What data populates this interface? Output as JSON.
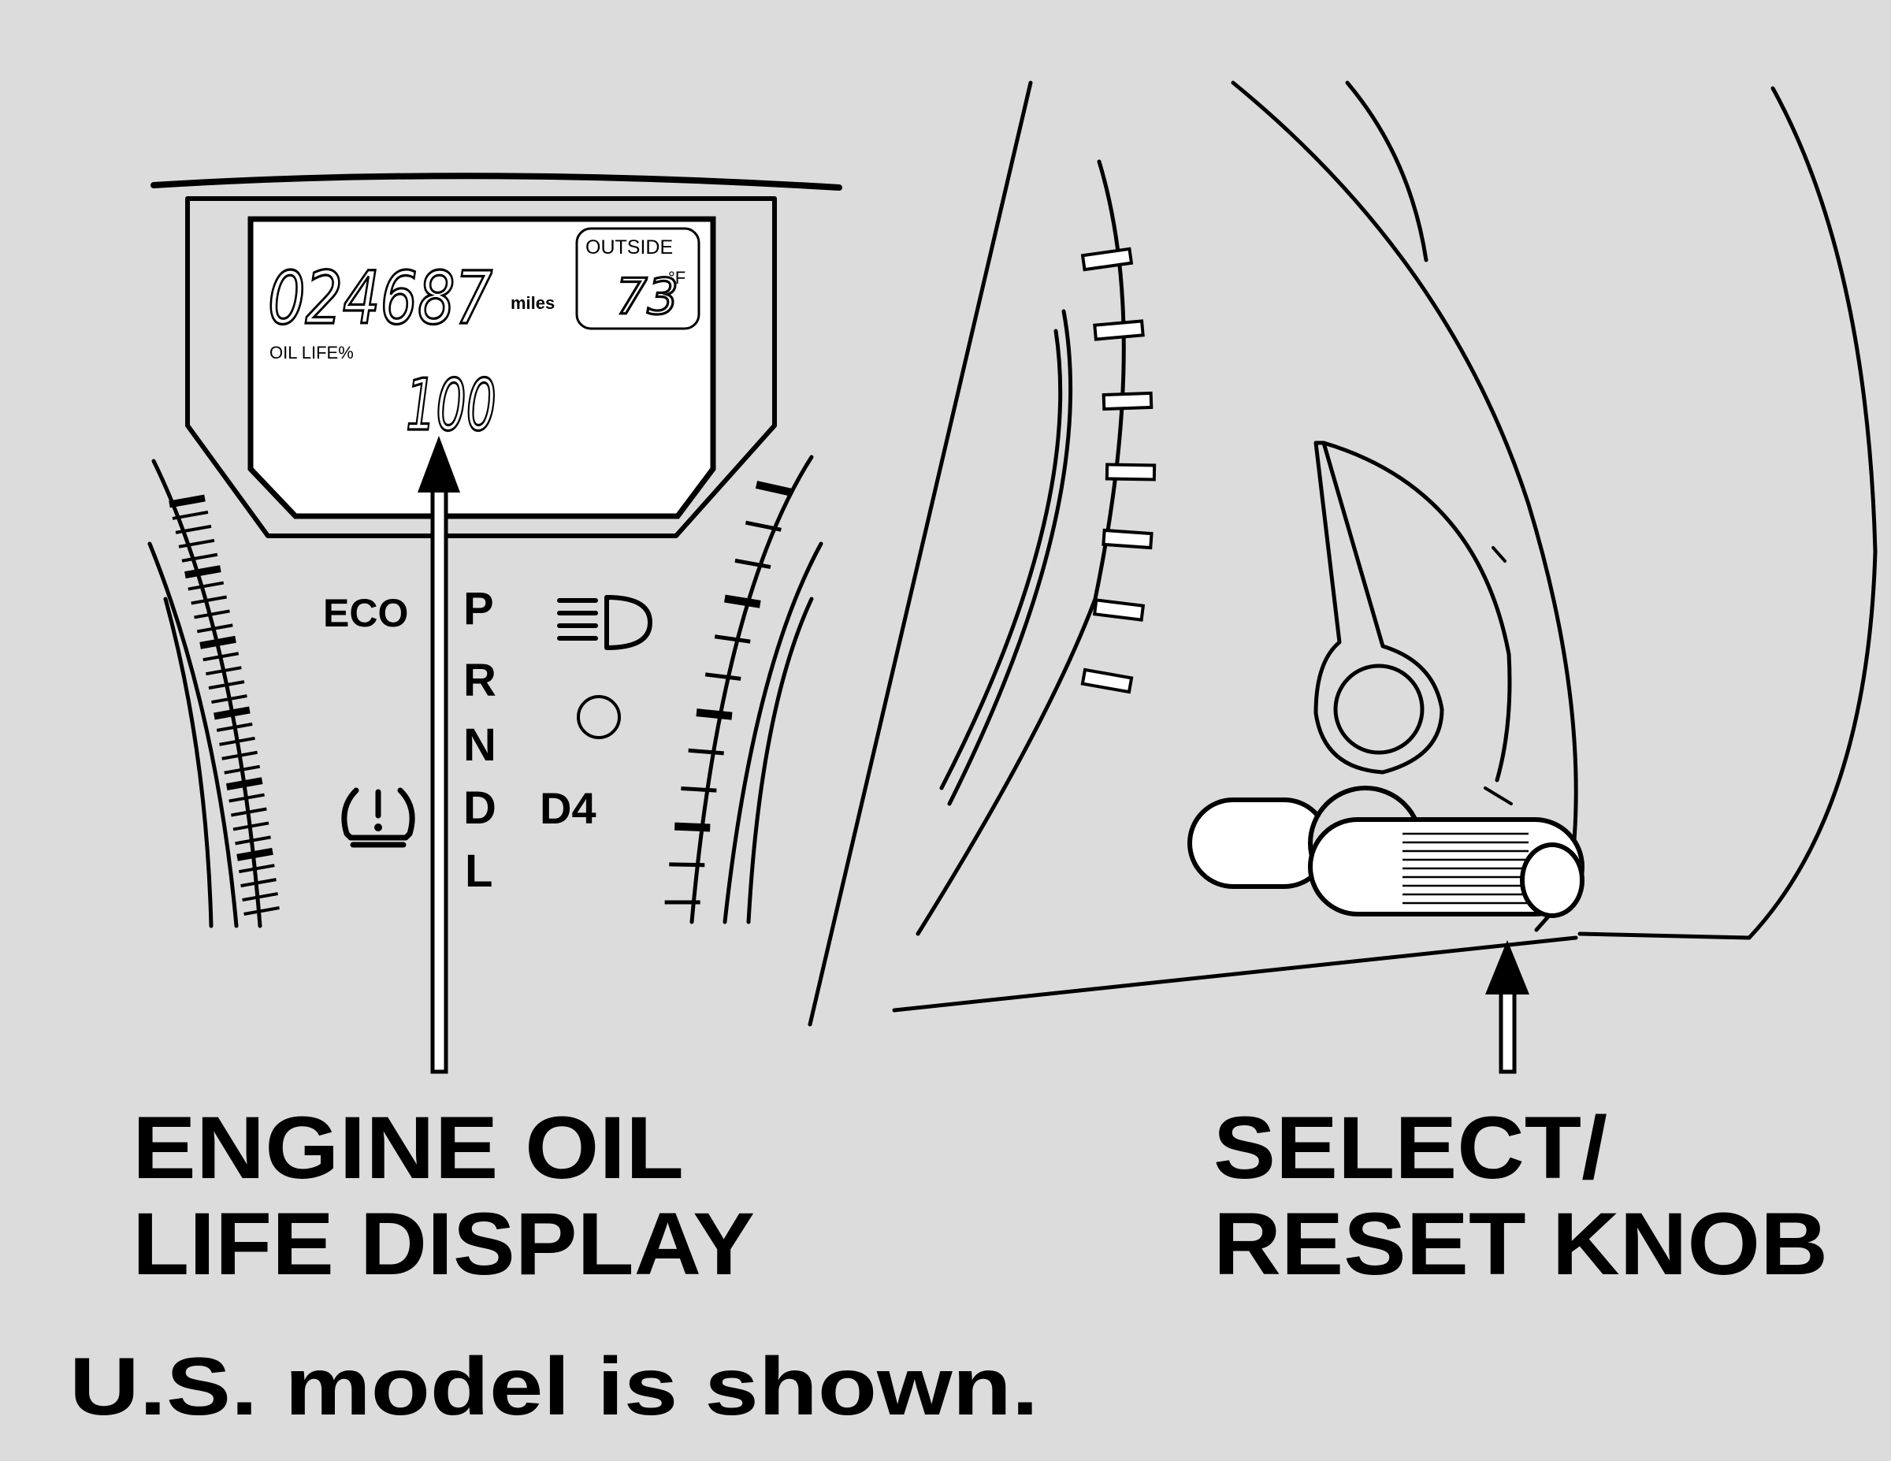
{
  "lcd": {
    "odometer": "024687",
    "odometer_unit": "miles",
    "outside_label": "OUTSIDE",
    "outside_temp": "73",
    "outside_unit": "°F",
    "oil_life_label": "OIL LIFE%",
    "oil_life_value": "100"
  },
  "indicators": {
    "eco": "ECO",
    "gear_p": "P",
    "gear_r": "R",
    "gear_n": "N",
    "gear_d": "D",
    "gear_l": "L",
    "d4": "D4"
  },
  "icons": {
    "headlight": "headlight-icon",
    "tpms": "tire-pressure-warning-icon",
    "indicator_lamp": "indicator-lamp-icon",
    "knob": "select-reset-knob"
  },
  "callouts": {
    "oil_display_line1": "ENGINE OIL",
    "oil_display_line2": "LIFE DISPLAY",
    "knob_line1": "SELECT/",
    "knob_line2": "RESET KNOB"
  },
  "footnote": "U.S. model is shown.",
  "colors": {
    "background": "#dcdcdc",
    "lcd": "#ffffff",
    "ink": "#000000"
  }
}
